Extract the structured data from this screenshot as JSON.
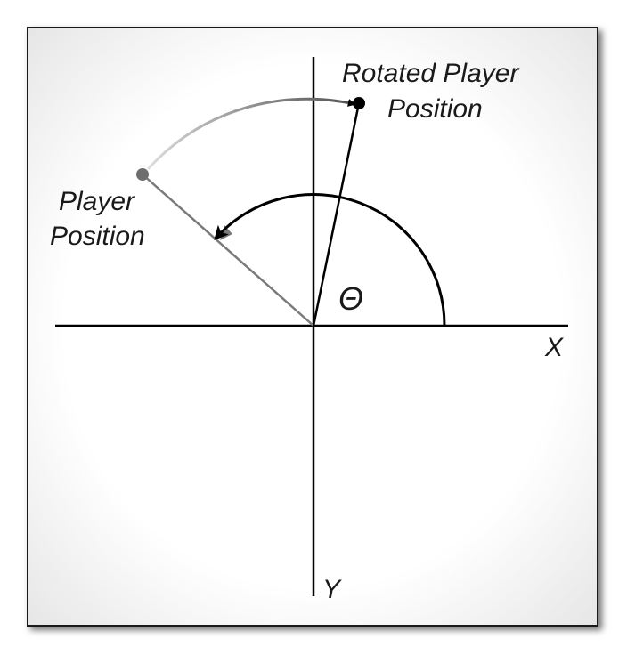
{
  "labels": {
    "rotated_line1": "Rotated Player",
    "rotated_line2": "Position",
    "player_line1": "Player",
    "player_line2": "Position",
    "theta": "Θ",
    "x_axis": "X",
    "y_axis": "Y"
  },
  "colors": {
    "axis": "#000000",
    "rotated_point": "#000000",
    "player_point": "#6e6e6e",
    "player_vector": "#7a7a7a",
    "rotation_arc_start": "#e3e3e3",
    "rotation_arc_end": "#555555"
  }
}
